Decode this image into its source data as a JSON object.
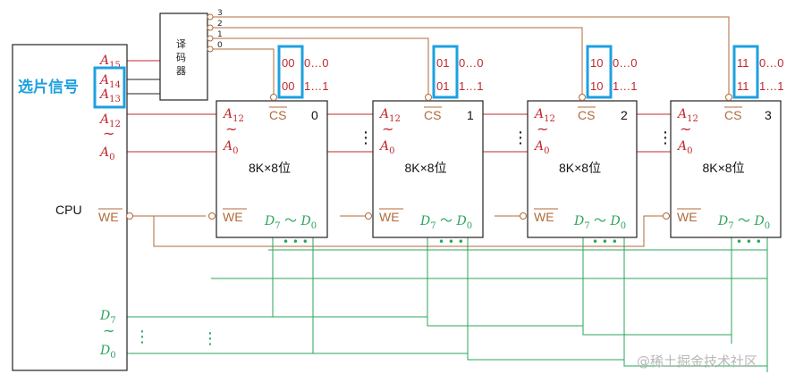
{
  "cpu": {
    "label": "CPU",
    "a15": "A",
    "a15_sub": "15",
    "a14": "A",
    "a14_sub": "14",
    "a13": "A",
    "a13_sub": "13",
    "a12": "A",
    "a12_sub": "12",
    "tilde": "~",
    "a0": "A",
    "a0_sub": "0",
    "we": "WE",
    "d7": "D",
    "d7_sub": "7",
    "d0": "D",
    "d0_sub": "0",
    "dots": "⋮"
  },
  "select_label": "选片信号",
  "decoder": {
    "chars": [
      "译",
      "码",
      "器"
    ],
    "outputs": [
      "3",
      "2",
      "1",
      "0"
    ]
  },
  "chips": [
    {
      "num": "0",
      "code_hi": "00",
      "range_hi": "0…0",
      "code_lo": "00",
      "range_lo": "1…1"
    },
    {
      "num": "1",
      "code_hi": "01",
      "range_hi": "0…0",
      "code_lo": "01",
      "range_lo": "1…1"
    },
    {
      "num": "2",
      "code_hi": "10",
      "range_hi": "0…0",
      "code_lo": "10",
      "range_lo": "1…1"
    },
    {
      "num": "3",
      "code_hi": "11",
      "range_hi": "0…0",
      "code_lo": "11",
      "range_lo": "1…1"
    }
  ],
  "chip_common": {
    "a": "A",
    "a12_sub": "12",
    "a0_sub": "0",
    "tilde": "~",
    "cs": "CS",
    "size": "8K×8位",
    "we": "WE",
    "d": "D",
    "d7_sub": "7",
    "d0_sub": "0",
    "dtilde": "～",
    "dots": "• • •"
  },
  "watermark": "@稀土掘金技术社区",
  "colors": {
    "red": "#c0282d",
    "brown": "#b06a3a",
    "green": "#2aa55b",
    "blue": "#1ea0e0",
    "black": "#222222"
  }
}
